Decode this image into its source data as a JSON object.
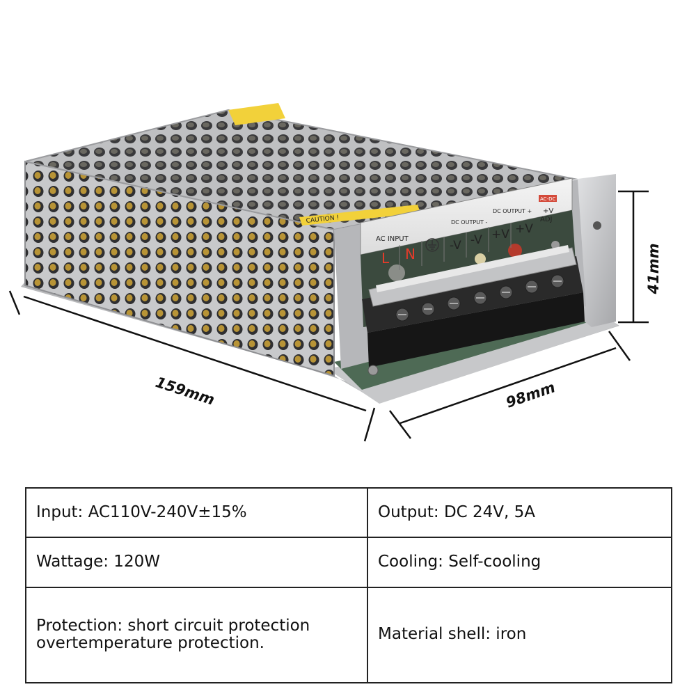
{
  "dimensions": {
    "length": "159mm",
    "width": "98mm",
    "height": "41mm"
  },
  "product_labels": {
    "ac_input": "AC INPUT",
    "live": "L",
    "neutral": "N",
    "dc_output_neg": "DC OUTPUT -",
    "dc_output_pos": "DC OUTPUT +",
    "neg_v": "-V",
    "pos_v": "+V",
    "v_adj_top": "+V",
    "v_adj_bottom": "ADJ",
    "ac_dc_badge": "AC-DC",
    "caution": "CAUTION !"
  },
  "specs": {
    "rows": [
      {
        "left": [
          "Input: AC110V-240V±15%"
        ],
        "right": [
          "Output: DC 24V, 5A"
        ]
      },
      {
        "left": [
          "Wattage: 120W"
        ],
        "right": [
          "Cooling: Self-cooling"
        ]
      },
      {
        "left": [
          "Protection: short circuit protection",
          "overtemperature protection."
        ],
        "right": [
          "Material shell: iron"
        ]
      }
    ]
  },
  "colors": {
    "shell": "#c9cacc",
    "shell_dark": "#9c9da0",
    "terminal_black": "#1a1a1a",
    "live_red": "#e53b2a",
    "pcb_green": "#3c5a41",
    "warning_yellow": "#f2d13a"
  }
}
